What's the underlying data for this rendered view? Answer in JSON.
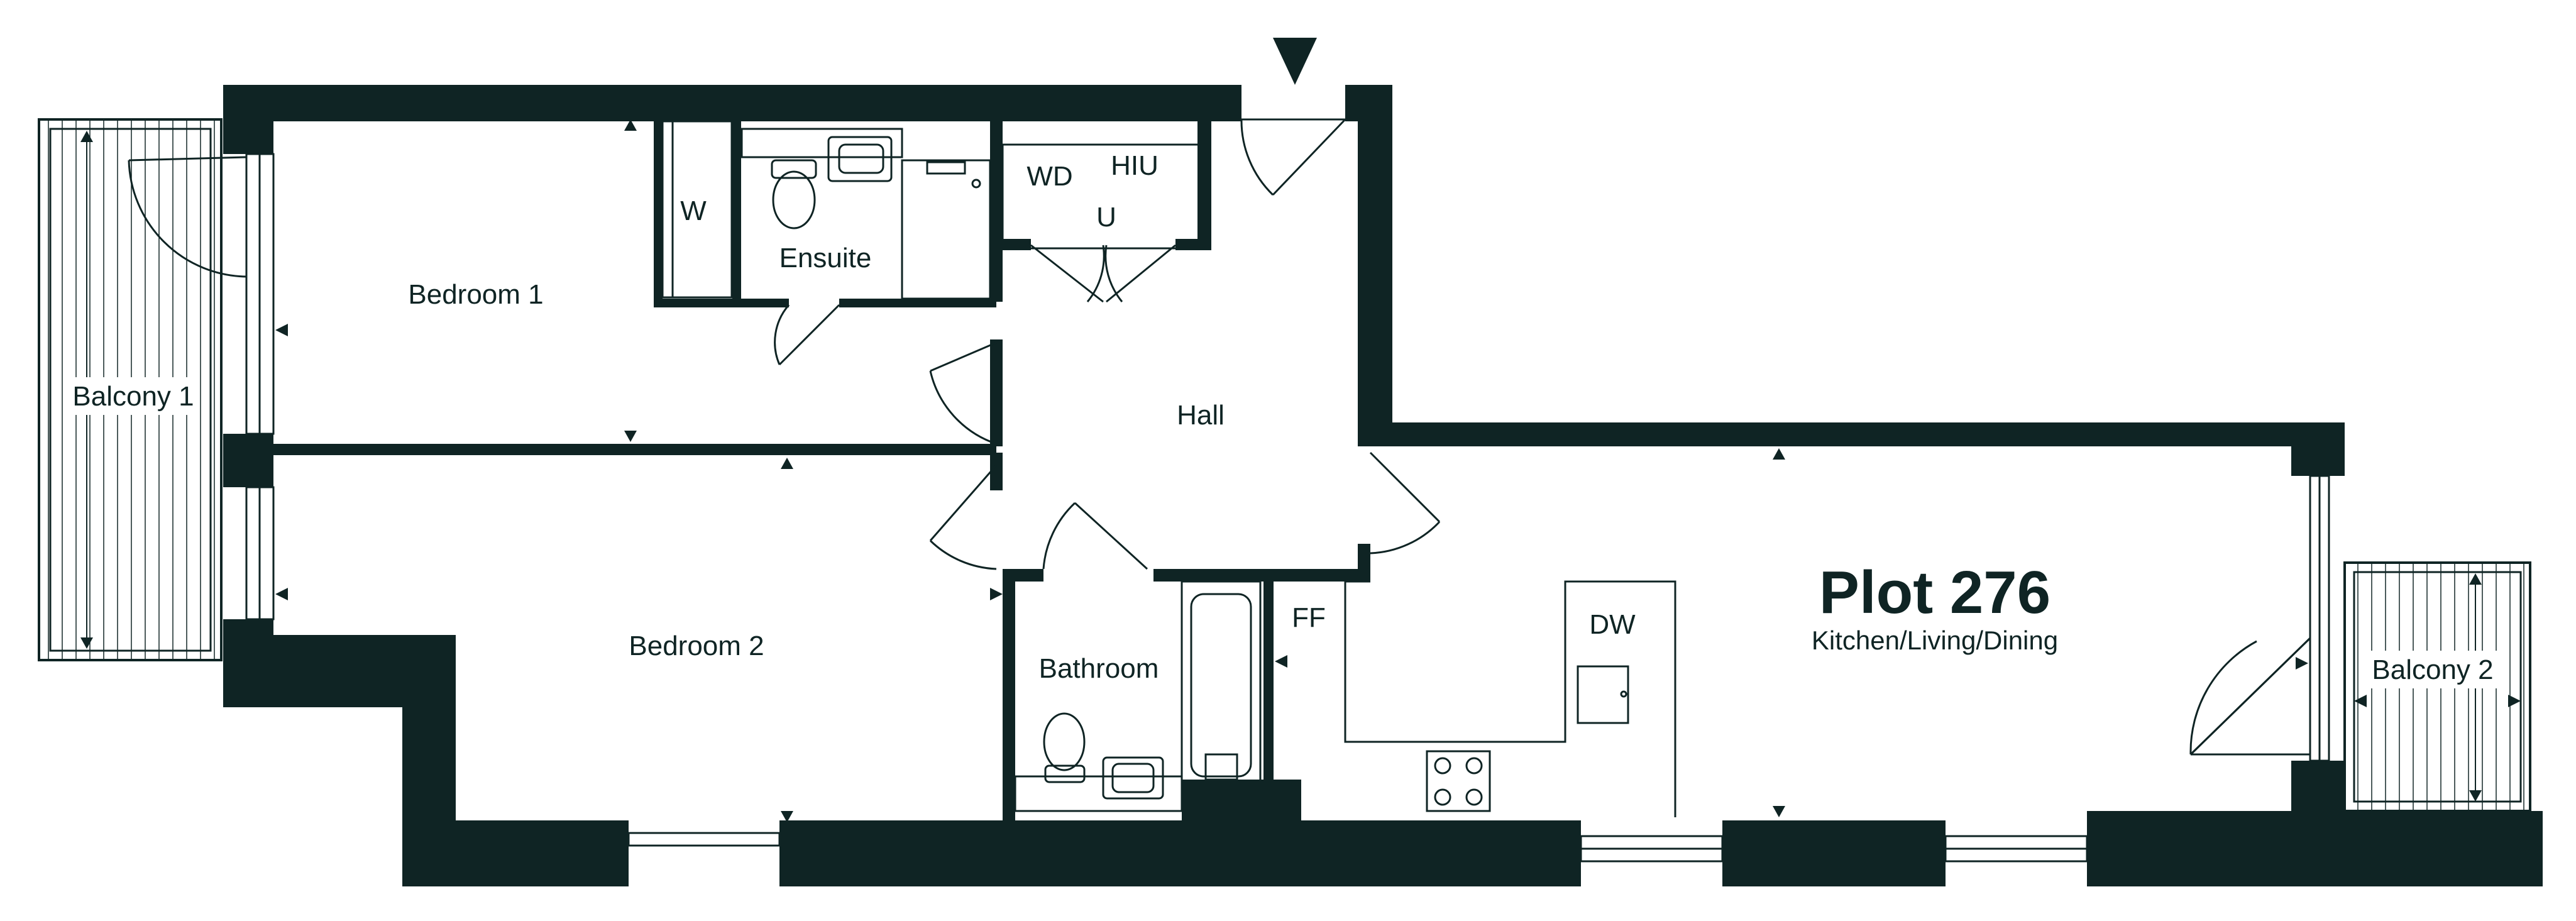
{
  "plot": {
    "title": "Plot 276",
    "subtitle": "Kitchen/Living/Dining"
  },
  "rooms": {
    "bedroom1": "Bedroom 1",
    "bedroom2": "Bedroom 2",
    "ensuite": "Ensuite",
    "hall": "Hall",
    "bathroom": "Bathroom",
    "balcony1": "Balcony 1",
    "balcony2": "Balcony 2"
  },
  "fixtures": {
    "wardrobe": "W",
    "washer_dryer": "WD",
    "heat_interface_unit": "HIU",
    "utility": "U",
    "fridge_freezer": "FF",
    "dishwasher": "DW"
  },
  "colors": {
    "wall": "#0f2424",
    "background": "#ffffff"
  },
  "icons": [
    "entrance-arrow-icon",
    "door-swing-icon",
    "window-icon",
    "wc-icon",
    "basin-icon",
    "bath-icon",
    "hob-icon",
    "dimension-arrow-icon"
  ]
}
